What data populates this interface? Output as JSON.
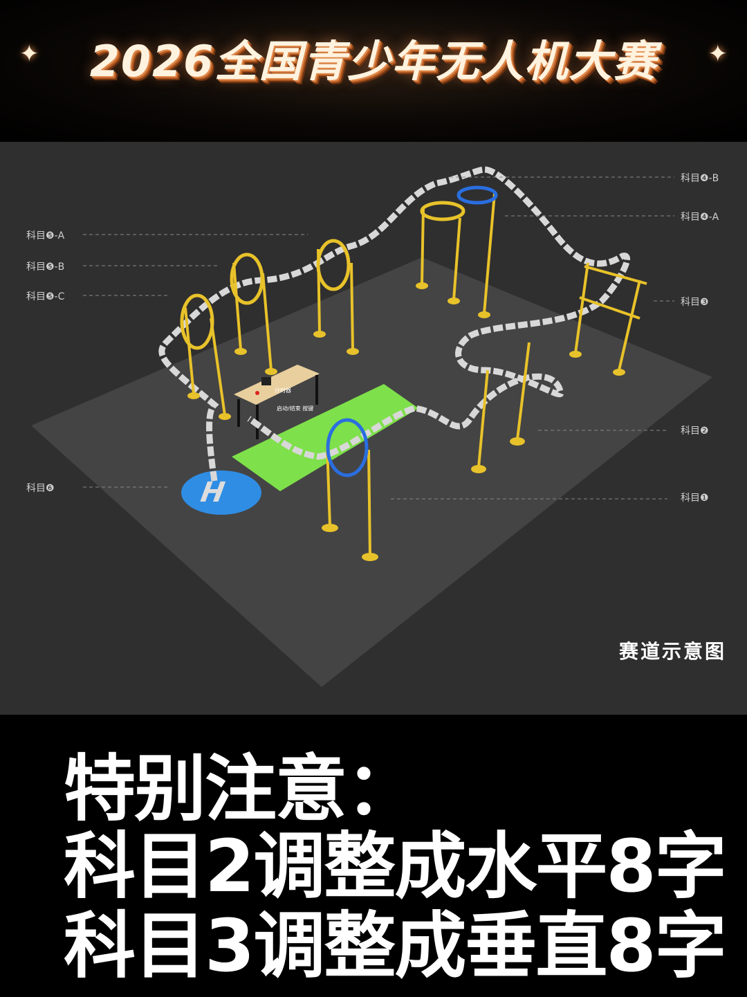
{
  "header": {
    "title": "2026全国青少年无人机大赛",
    "spark_icon": "four-point-star"
  },
  "diagram": {
    "caption": "赛道示意图",
    "table_labels": {
      "timer": "计时器",
      "start_stop": "启动/结束 按键"
    },
    "labels_left": [
      "科目❺-A",
      "科目❺-B",
      "科目❺-C",
      "科目❻"
    ],
    "labels_right": [
      "科目❹-B",
      "科目❹-A",
      "科目❸",
      "科目❷",
      "科目❶"
    ],
    "colors": {
      "ground": "#444444",
      "pad": "#7ee04a",
      "helipad": "#2f8de4",
      "pole": "#e8c22a",
      "hoop_blue": "#2a6ee0"
    }
  },
  "notice": {
    "line1": "特别注意：",
    "line2": "科目2调整成水平8字",
    "line3": "科目3调整成垂直8字"
  }
}
